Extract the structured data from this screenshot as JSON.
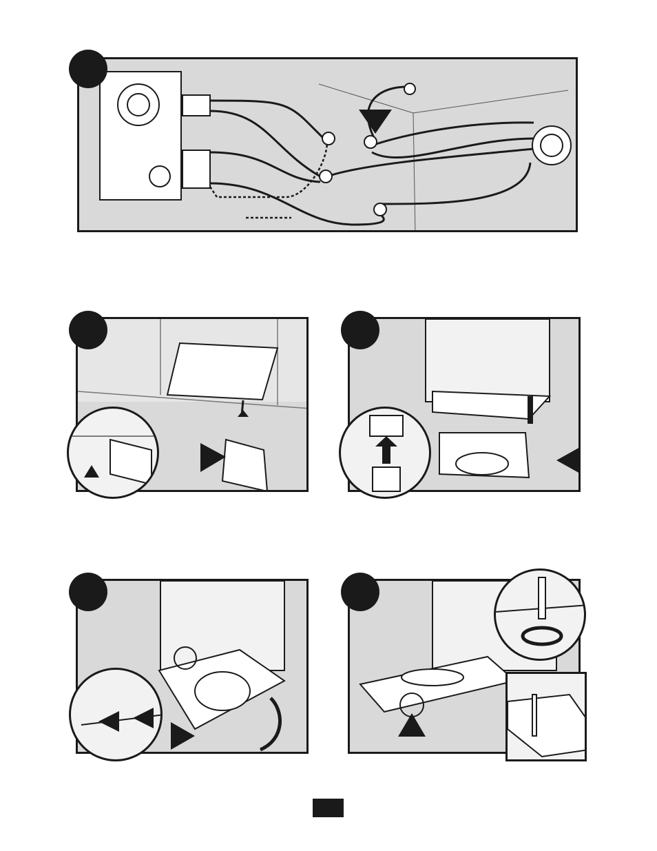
{
  "document": {
    "figures": [
      {
        "id": "wiring",
        "step": ""
      },
      {
        "id": "housing-mount",
        "step": ""
      },
      {
        "id": "blower-connect",
        "step": ""
      },
      {
        "id": "blower-install",
        "step": ""
      },
      {
        "id": "grille-screws",
        "step": ""
      }
    ],
    "page_number": ""
  },
  "colors": {
    "panel": "#d9d9d9",
    "ink": "#1a1a1a",
    "paper": "#ffffff"
  }
}
